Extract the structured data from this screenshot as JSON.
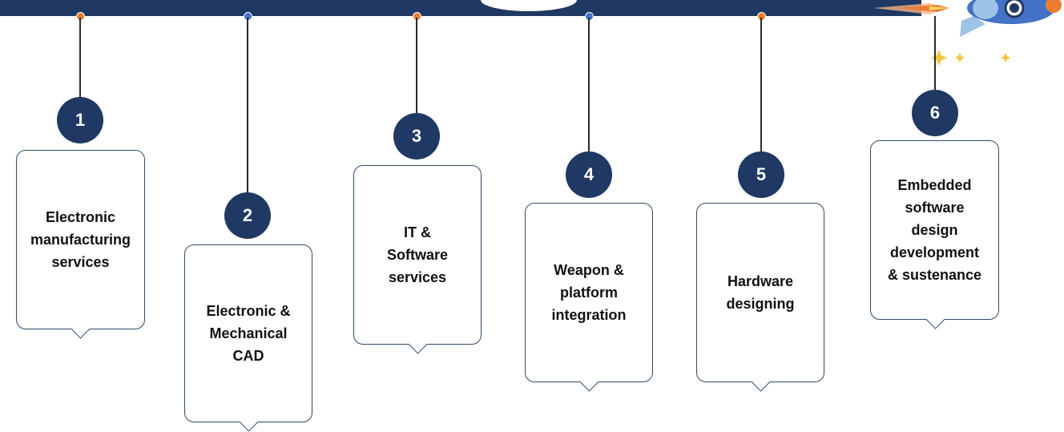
{
  "colors": {
    "navy": "#1f3864",
    "dot_orange": "#ed7d31",
    "dot_blue": "#4472c4",
    "star": "#f4c542"
  },
  "timeline": {
    "steps": [
      {
        "number": "1",
        "label": "Electronic\nmanufacturing\nservices",
        "dot": "orange"
      },
      {
        "number": "2",
        "label": "Electronic &\nMechanical\nCAD",
        "dot": "blue"
      },
      {
        "number": "3",
        "label": "IT &\nSoftware\nservices",
        "dot": "orange"
      },
      {
        "number": "4",
        "label": "Weapon &\nplatform\nintegration",
        "dot": "blue"
      },
      {
        "number": "5",
        "label": "Hardware\ndesigning",
        "dot": "orange"
      },
      {
        "number": "6",
        "label": "Embedded\nsoftware\ndesign\ndevelopment\n& sustenance",
        "dot": "none"
      }
    ]
  },
  "decor": {
    "rocket": "rocket-icon",
    "stars": "sparkle-icon"
  }
}
